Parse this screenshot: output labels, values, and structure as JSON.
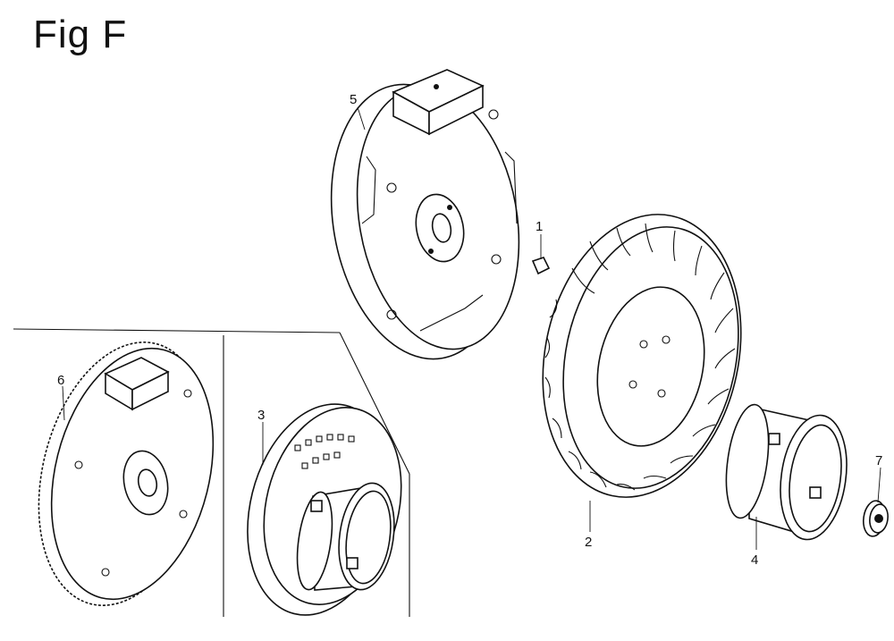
{
  "title": "Fig F",
  "parts": [
    {
      "ref": "1"
    },
    {
      "ref": "2"
    },
    {
      "ref": "3"
    },
    {
      "ref": "4"
    },
    {
      "ref": "5"
    },
    {
      "ref": "6"
    },
    {
      "ref": "7"
    }
  ]
}
